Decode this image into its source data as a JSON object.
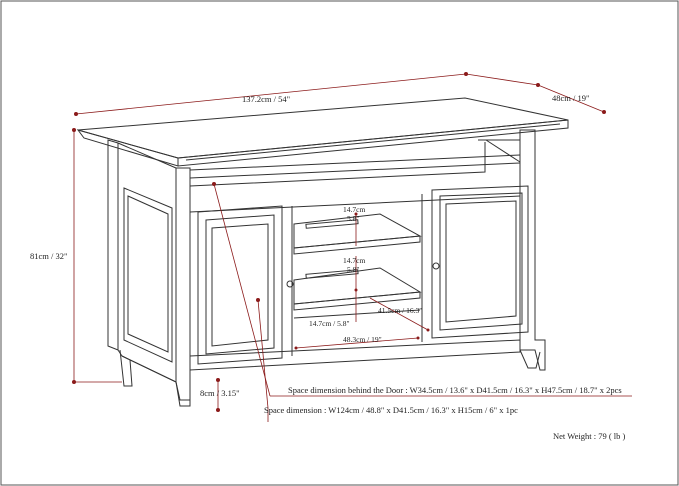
{
  "dimensions": {
    "width": "137.2cm / 54\"",
    "depth": "48cm / 19\"",
    "height": "81cm / 32\"",
    "leg": "8cm / 3.15\"",
    "shelf_gap_upper_a": "14.7cm",
    "shelf_gap_upper_b": "5.8\"",
    "shelf_gap_lower_a": "14.7cm",
    "shelf_gap_lower_b": "5.8\"",
    "shelf_depth": "41.5cm / 16.3\"",
    "shelf_bottom_gap": "14.7cm / 5.8\"",
    "center_width": "48.3cm / 19\""
  },
  "notes": {
    "door_space": "Space dimension behind the Door : W34.5cm / 13.6\" x D41.5cm / 16.3\" x H47.5cm / 18.7\" x 2pcs",
    "open_space": "Space dimension : W124cm / 48.8\" x D41.5cm / 16.3\" x H15cm / 6\" x 1pc",
    "net_weight": "Net Weight : 79 ( lb )"
  },
  "colors": {
    "line": "#333333",
    "dimension": "#8b1a1a",
    "frame": "#555555"
  }
}
